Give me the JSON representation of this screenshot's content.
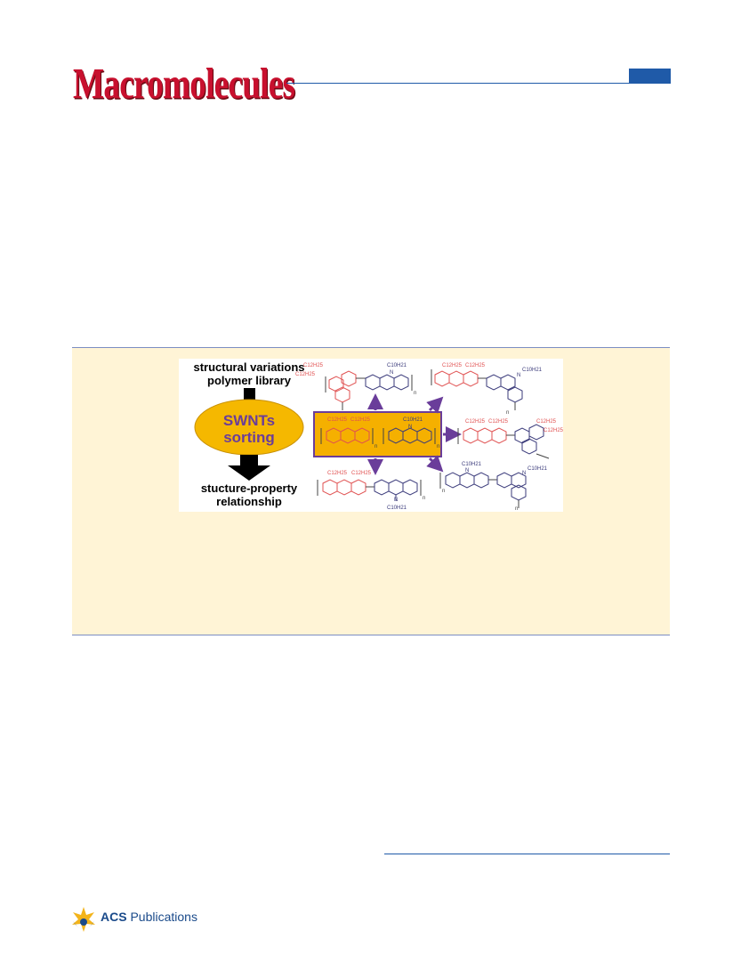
{
  "header": {
    "journal_title": "Macromolecules"
  },
  "toc_graphic": {
    "text_top_line1": "structural variations",
    "text_top_line2": "polymer library",
    "ellipse_line1": "SWNTs",
    "ellipse_line2": "sorting",
    "text_bottom_line1": "stucture-property",
    "text_bottom_line2": "relationship",
    "chem_labels": {
      "c12h25": "C12H25",
      "c10h21": "C10H21",
      "n": "N",
      "n_sub": "n"
    },
    "colors": {
      "ellipse_fill": "#f5b800",
      "ellipse_text": "#6a3d9a",
      "fluorene": "#e05050",
      "carbazole": "#3a3a7a",
      "arrow": "#6a3d9a",
      "box_fill": "#f5b000",
      "box_stroke": "#6a3d9a"
    }
  },
  "footer": {
    "publisher_acs": "ACS",
    "publisher_rest": "Publications"
  },
  "colors": {
    "journal_red": "#c8102e",
    "accent_blue": "#1f5aa8",
    "abstract_bg": "#fff4d6"
  }
}
